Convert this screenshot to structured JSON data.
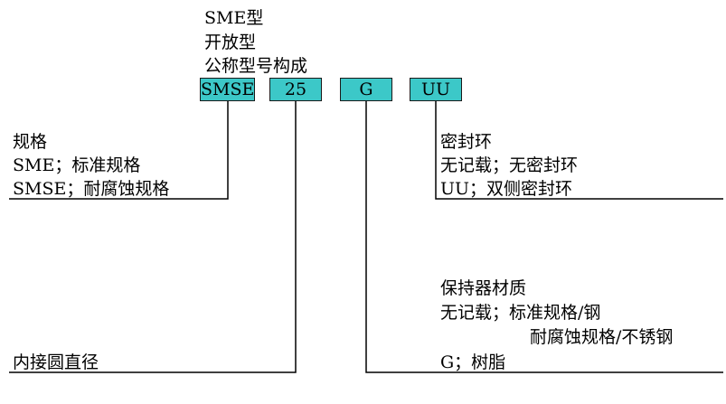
{
  "title": {
    "line1": "SME型",
    "line2": "开放型",
    "line3": "公称型号构成"
  },
  "code_boxes": [
    {
      "label": "SMSE",
      "color": "#3cc8c8"
    },
    {
      "label": "25",
      "color": "#3cc8c8"
    },
    {
      "label": "G",
      "color": "#3cc8c8"
    },
    {
      "label": "UU",
      "color": "#3cc8c8"
    }
  ],
  "spec": {
    "heading": "规格",
    "line1": "SME；标准规格",
    "line2": "SMSE；耐腐蚀规格"
  },
  "seal": {
    "heading": "密封环",
    "line1": "无记载；无密封环",
    "line2": "UU；双侧密封环"
  },
  "bore": {
    "heading": "内接圆直径"
  },
  "retainer": {
    "heading": "保持器材质",
    "line1": "无记载；标准规格/钢",
    "line2": "耐腐蚀规格/不锈钢",
    "line3": "G；树脂"
  }
}
